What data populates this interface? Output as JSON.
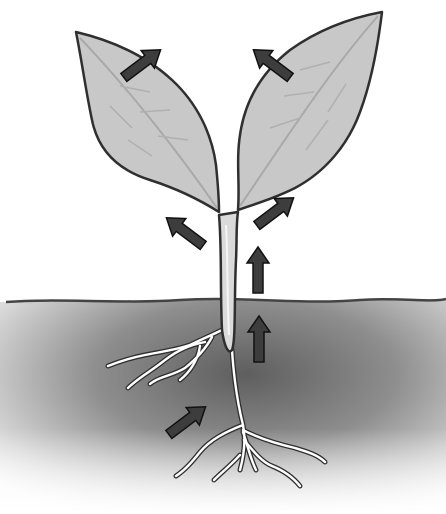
{
  "colors": {
    "background": "#ffffff",
    "leaf_fill": "#c9c9c9",
    "leaf_outline": "#3a3a3a",
    "stem_fill": "#d6d6d6",
    "soil_dark": "#6f6f6f",
    "soil_light": "#f2f2f2",
    "arrow": "#3d3d3d",
    "root": "#ffffff"
  },
  "icons": {
    "arrow": "arrow-icon",
    "leaf": "leaf-icon"
  },
  "arrows": {
    "soil_to_root": "up-right",
    "stem": "up",
    "leaves": "outward"
  }
}
